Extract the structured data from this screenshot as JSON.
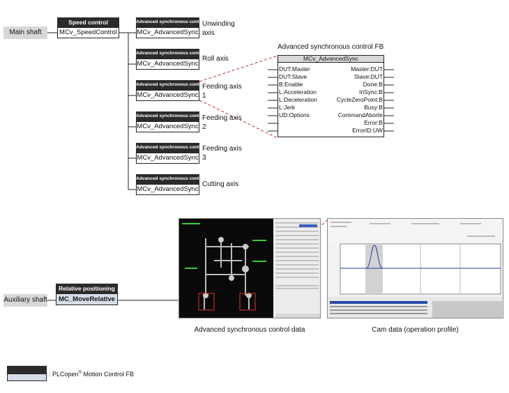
{
  "main_shaft": {
    "label": "Main shaft",
    "fb_title": "Speed control",
    "fb_name": "MCv_SpeedControl"
  },
  "sync_fb_title": "Advanced synchronous control",
  "sync_fb_short": "MCv_AdvancedSync",
  "axes": [
    {
      "label": "Unwinding axis"
    },
    {
      "label": "Roll axis"
    },
    {
      "label": "Feeding axis 1"
    },
    {
      "label": "Feeding axis 2"
    },
    {
      "label": "Feeding axis 3"
    },
    {
      "label": "Cutting axis"
    }
  ],
  "detail": {
    "title": "Advanced synchronous control FB",
    "fb_name": "MCv_AdvancedSync",
    "inputs": [
      "DUT:Master",
      "DUT:Slave",
      "B:Enable",
      "L:Acceleration",
      "L:Deceleration",
      "L:Jerk",
      "UD:Options"
    ],
    "outputs": [
      "Master:DUT",
      "Slave:DUT",
      "Done:B",
      "InSync:B",
      "CycleZeroPoint:B",
      "Busy:B",
      "CommandAborte",
      "Error:B",
      "ErrorID:UW"
    ]
  },
  "aux_shaft": {
    "label": "Auxiliary shaft",
    "fb_title": "Relative positioning",
    "fb_name": "MC_MoveRelative"
  },
  "screenshots": {
    "left_caption": "Advanced synchronous control data",
    "right_caption": "Cam data (operation profile)"
  },
  "legend": {
    "text_before": ": PLCopen",
    "registered": "®",
    "text_after": " Motion Control  FB"
  },
  "colors": {
    "fb_header": "#2b2b2b",
    "legend_body": "#d6dde8",
    "dashed_link": "#c0282e",
    "cam_curve": "#2a3c9c"
  }
}
